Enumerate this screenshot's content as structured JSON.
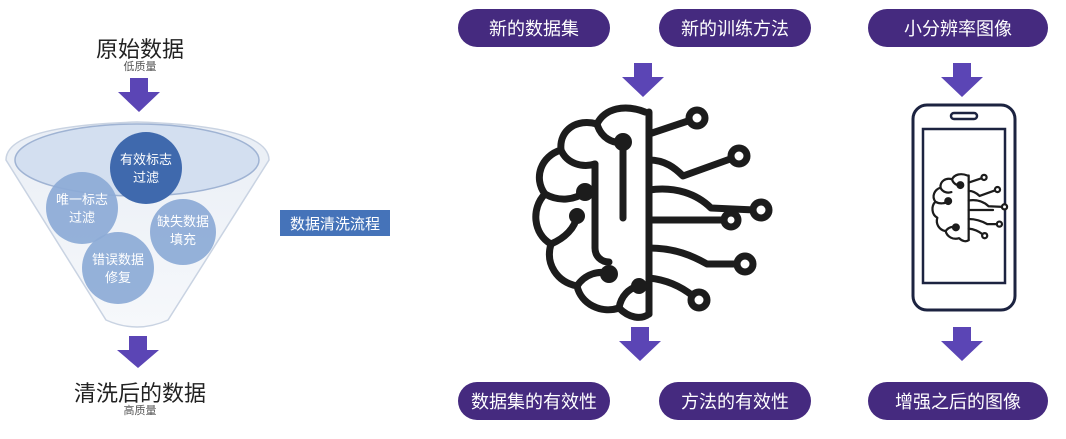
{
  "left": {
    "top_title": "原始数据",
    "top_sub": "低质量",
    "bottom_title": "清洗后的数据",
    "bottom_sub": "高质量",
    "circles": [
      {
        "line1": "有效标志",
        "line2": "过滤"
      },
      {
        "line1": "唯一标志",
        "line2": "过滤"
      },
      {
        "line1": "缺失数据",
        "line2": "填充"
      },
      {
        "line1": "错误数据",
        "line2": "修复"
      }
    ],
    "process_label": "数据清洗流程"
  },
  "middle": {
    "top_pills": [
      "新的数据集",
      "新的训练方法"
    ],
    "bottom_pills": [
      "数据集的有效性",
      "方法的有效性"
    ]
  },
  "right": {
    "top_pill": "小分辨率图像",
    "bottom_pill": "增强之后的图像"
  },
  "colors": {
    "pill": "#452a7f",
    "arrow": "#5b45b5",
    "circle_dark": "#3f69ad",
    "circle_light": "#8caad6",
    "tag": "#4573b9"
  }
}
